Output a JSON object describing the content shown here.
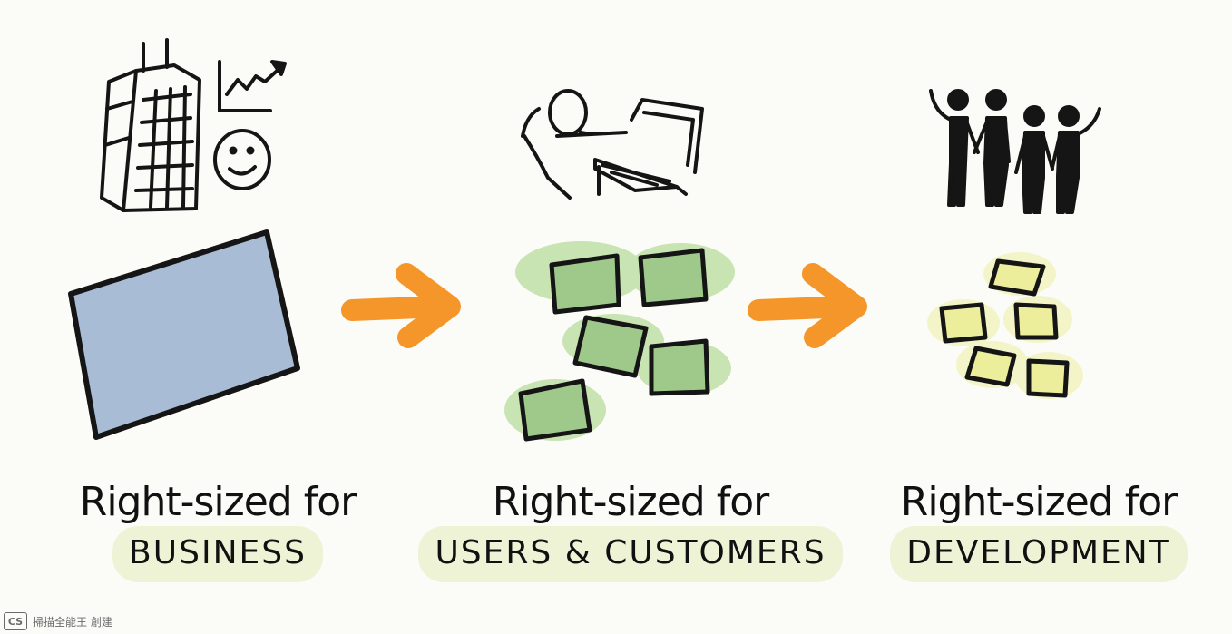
{
  "stages": [
    {
      "line1": "Right-sized for",
      "line2": "BUSINESS"
    },
    {
      "line1": "Right-sized for",
      "line2": "USERS & CUSTOMERS"
    },
    {
      "line1": "Right-sized for",
      "line2": "DEVELOPMENT"
    }
  ],
  "watermark": {
    "logo": "CS",
    "text": "掃描全能王 創建"
  },
  "colors": {
    "ink": "#151515",
    "blue_block": "#a9bcd6",
    "green_note": "#9ec98a",
    "green_halo": "#c9e4b3",
    "yellow_note": "#ecee9c",
    "yellow_halo": "#f3f5c8",
    "arrow": "#f5962a",
    "caption_highlight": "#eef3d6"
  }
}
